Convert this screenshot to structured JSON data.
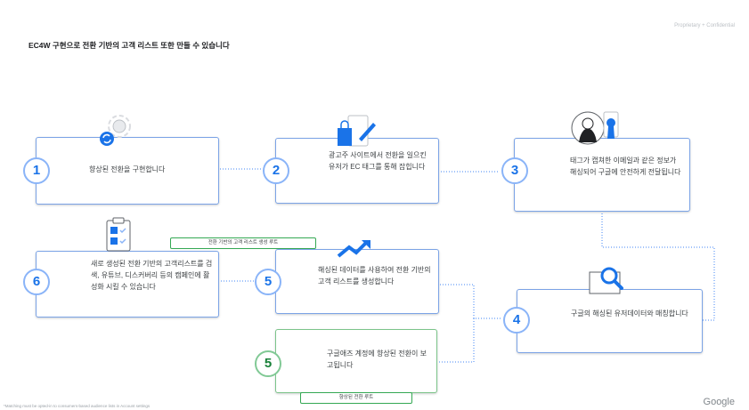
{
  "header": {
    "confidential": "Proprietary + Confidential",
    "title": "EC4W 구현으로 전환 기반의 고객 리스트 또한 만들 수 있습니다"
  },
  "steps": [
    {
      "num": "1",
      "text": "향상된 전환을 구현합니다"
    },
    {
      "num": "2",
      "text": "광고주 사이트에서 전환을 일으킨 유저가 EC 태그를 통해 잡힙니다"
    },
    {
      "num": "3",
      "text": "태그가 캡쳐한 이메일과 같은 정보가 해싱되어 구글에 안전하게 전달됩니다"
    },
    {
      "num": "4",
      "text": "구글의 해싱된 유저데이터와 매칭합니다"
    },
    {
      "num": "5",
      "text": "해싱된 데이터를 사용하여 전환 기반의 고객 리스트를 생성합니다"
    },
    {
      "num": "5",
      "text": "구글애즈 계정에 향상된 전환이 보고됩니다"
    },
    {
      "num": "6",
      "text": "새로 생성된 전환 기반의 고객리스트를 검색, 유튜브, 디스커버리 등의 캠페인에 활성화 시킬 수 있습니다"
    }
  ],
  "tags": {
    "list_route": "전환 기반의 고객 리스트 생성 루트",
    "conversion_route": "향상된 전환 루트"
  },
  "footer": {
    "note": "*Matching must be opted-in to consumers-based audience lists in Account settings",
    "brand": "Google"
  },
  "icons": [
    "gear-sync-icon",
    "shopping-tag-icon",
    "person-privacy-icon",
    "magnifier-window-icon",
    "clipboard-checklist-icon",
    "trend-arrow-icon"
  ],
  "colors": {
    "blue": "#1a73e8",
    "blue_light": "#8ab4f8",
    "green": "#34a853",
    "dots": "#4285f4"
  }
}
